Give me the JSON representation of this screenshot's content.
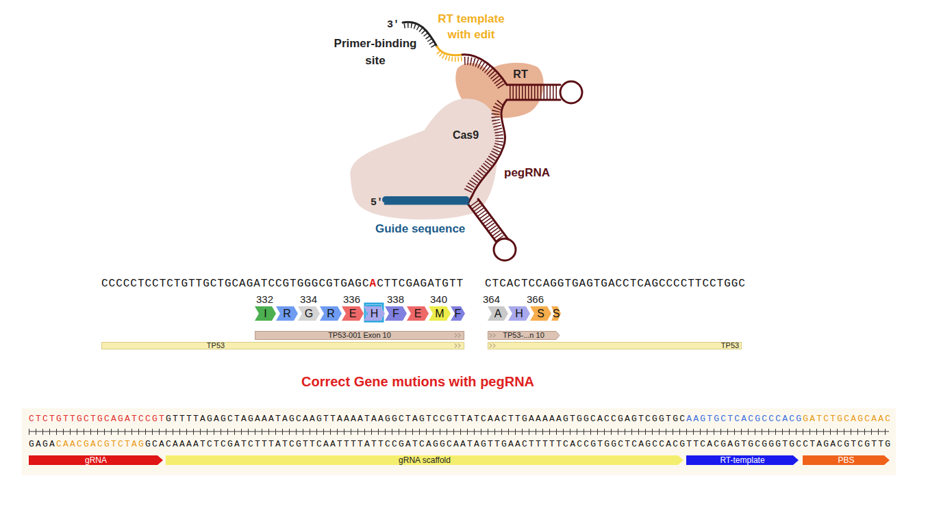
{
  "diagram": {
    "title": "Correct Gene mutions with pegRNA",
    "nodes": [
      {
        "text": [
          "RT"
        ]
      },
      {
        "text": [
          "Cas9"
        ]
      },
      {
        "text": [
          "I"
        ]
      },
      {
        "text": [
          "R"
        ]
      },
      {
        "text": [
          "G"
        ]
      },
      {
        "text": [
          "R"
        ]
      },
      {
        "text": [
          "E"
        ]
      },
      {
        "text": [
          "H"
        ]
      },
      {
        "text": [
          "F"
        ]
      },
      {
        "text": [
          "E"
        ]
      },
      {
        "text": [
          "M"
        ]
      },
      {
        "text": [
          "F"
        ]
      },
      {
        "text": [
          "A"
        ]
      },
      {
        "text": [
          "H"
        ]
      },
      {
        "text": [
          "S"
        ]
      },
      {
        "text": [
          "S"
        ]
      },
      {
        "text": [
          "TP53-001 Exon 10"
        ]
      },
      {
        "text": [
          "TP53-...n 10"
        ]
      },
      {
        "text": [
          "TP53"
        ]
      },
      {
        "text": [
          "TP53"
        ]
      },
      {
        "text": [
          "gRNA"
        ]
      },
      {
        "text": [
          "gRNA scaffold"
        ]
      },
      {
        "text": [
          "RT-template"
        ]
      },
      {
        "text": [
          "PBS"
        ]
      }
    ],
    "labels": [
      "3'",
      "Primer-binding site",
      "RT template with edit",
      "pegRNA",
      "5'",
      "Guide sequence",
      "CCCCCTCCTCTGTTGCTGCAGATCCGTGGGCGTGAGC",
      "A",
      "CTTCGAGATGTT",
      "CTCACTCCAGGTGAGTGACCTCAGCCCCTTCCTGGC",
      "332",
      "334",
      "336",
      "338",
      "340",
      "364",
      "366",
      "CTCTGTTGCTGCAGATCCGT",
      "GTTTTAGAGCTAGAAATAGCAAGTTAAAATAAGGCTAGTCCGTTATCAACTTGAAAAAGTGGCACCGAGTCGGTGC",
      "AAGTGCTCACGCCCACG",
      "GATCTGCAGCAAC",
      "GAGA",
      "CAACGACGTCTAG",
      "GCACAAAATCTCGATCTTTATCGTTCAATTTTATTCCGATCAGGCAATAGTTGAACTTTTTCACCGTGGCTCAGCCACGTTCACGAGTGCGGGTGCCTAGACGTCGTTG"
    ]
  }
}
